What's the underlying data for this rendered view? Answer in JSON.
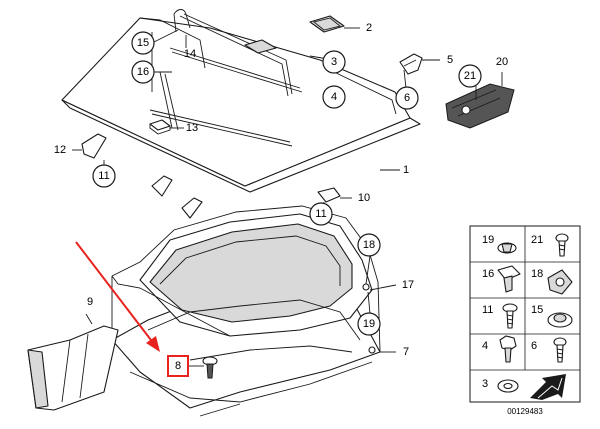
{
  "diagram": {
    "reference_number": "00129483",
    "callouts": {
      "p1": "1",
      "p2": "2",
      "p3": "3",
      "p4": "4",
      "p5": "5",
      "p6": "6",
      "p7": "7",
      "p8": "8",
      "p9": "9",
      "p10": "10",
      "p11a": "11",
      "p11b": "11",
      "p12": "12",
      "p13": "13",
      "p14": "14",
      "p15": "15",
      "p16": "16",
      "p17": "17",
      "p18": "18",
      "p19": "19",
      "p20": "20",
      "p21": "21"
    },
    "legend": {
      "l19": "19",
      "l21": "21",
      "l16": "16",
      "l18": "18",
      "l11": "11",
      "l15": "15",
      "l4": "4",
      "l6": "6",
      "l3": "3"
    },
    "colors": {
      "highlight": "#e8231f",
      "line": "#1a1a1a"
    }
  }
}
